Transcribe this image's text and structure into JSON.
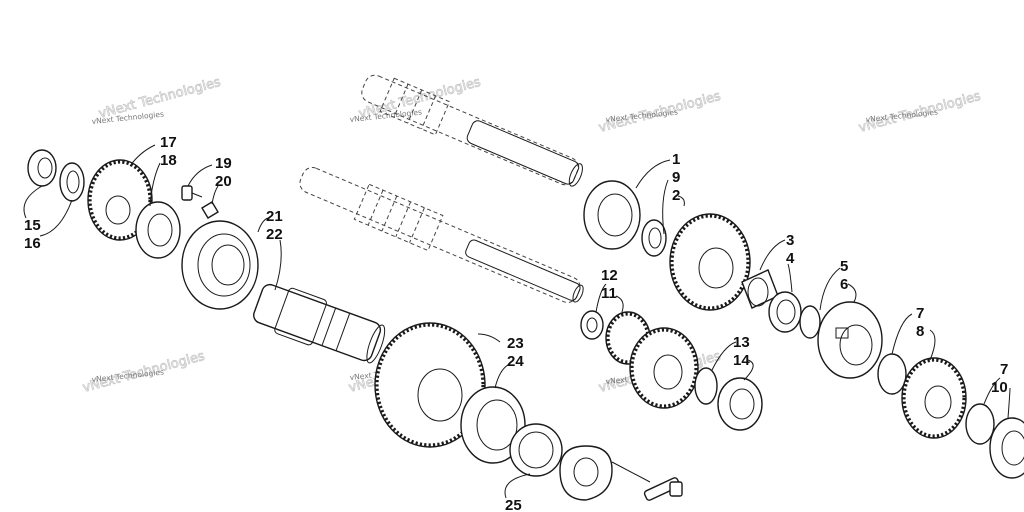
{
  "watermark": "vNext Technologies",
  "callouts": {
    "c1": "1",
    "c2": "2",
    "c3": "3",
    "c4": "4",
    "c5": "5",
    "c6": "6",
    "c7": "7",
    "c7b": "7",
    "c8": "8",
    "c9": "9",
    "c10": "10",
    "c11": "11",
    "c12": "12",
    "c13": "13",
    "c14": "14",
    "c15": "15",
    "c16": "16",
    "c17": "17",
    "c18": "18",
    "c19": "19",
    "c20": "20",
    "c21": "21",
    "c22": "22",
    "c23": "23",
    "c24": "24",
    "c25": "25"
  },
  "colors": {
    "line": "#1a1a1a",
    "background": "#ffffff",
    "watermark": "#777777"
  }
}
